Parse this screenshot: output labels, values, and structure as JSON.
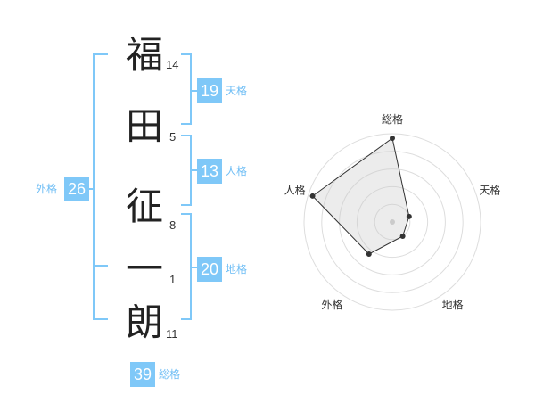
{
  "name": {
    "chars": [
      {
        "char": "福",
        "strokes": "14"
      },
      {
        "char": "田",
        "strokes": "5"
      },
      {
        "char": "征",
        "strokes": "8"
      },
      {
        "char": "一",
        "strokes": "1"
      },
      {
        "char": "朗",
        "strokes": "11"
      }
    ]
  },
  "kaku": {
    "ten": {
      "value": "19",
      "label": "天格"
    },
    "jin": {
      "value": "13",
      "label": "人格"
    },
    "chi": {
      "value": "20",
      "label": "地格"
    },
    "gai": {
      "value": "26",
      "label": "外格"
    },
    "sou": {
      "value": "39",
      "label": "総格"
    }
  },
  "accent_color": "#7fc8f8",
  "chart_data": {
    "type": "radar",
    "axes": [
      "総格",
      "天格",
      "地格",
      "外格",
      "人格"
    ],
    "values": [
      0.95,
      0.2,
      0.2,
      0.45,
      0.95
    ],
    "range": [
      0,
      1
    ],
    "rings": 5
  }
}
